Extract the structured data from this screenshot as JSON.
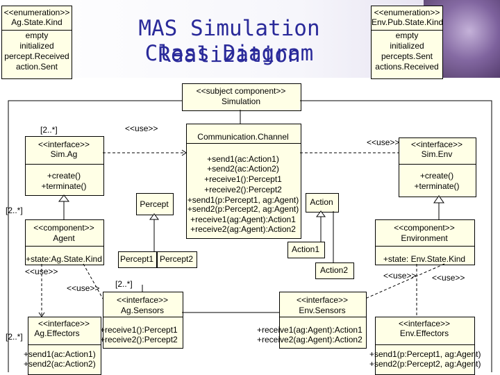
{
  "title": {
    "line1": "MAS Simulation Realization",
    "line2": "Class Diagram"
  },
  "enum_agent": {
    "header1": "<<enumeration>>",
    "header2": "Ag.State.Kind",
    "values": [
      "empty",
      "initialized",
      "percept.Received",
      "action.Sent"
    ]
  },
  "enum_env": {
    "header1": "<<enumeration>>",
    "header2": "Env.Pub.State.Kind",
    "values": [
      "empty",
      "initialized",
      "percepts.Sent",
      "actions.Received"
    ]
  },
  "simulation": {
    "stereotype": "<<subject component>>",
    "name": "Simulation"
  },
  "sim_ag": {
    "stereotype": "<<interface>>",
    "name": "Sim.Ag",
    "ops": [
      "+create()",
      "+terminate()"
    ]
  },
  "sim_env": {
    "stereotype": "<<interface>>",
    "name": "Sim.Env",
    "ops": [
      "+create()",
      "+terminate()"
    ]
  },
  "channel": {
    "name": "Communication.Channel",
    "ops": [
      "+send1(ac:Action1)",
      "+send2(ac:Action2)",
      "+receive1():Percept1",
      "+receive2():Percept2",
      "+send1(p:Percept1, ag:Agent)",
      "+send2(p:Percept2, ag:Agent)",
      "+receive1(ag:Agent):Action1",
      "+receive2(ag:Agent):Action2"
    ]
  },
  "agent": {
    "stereotype": "<<component>>",
    "name": "Agent",
    "attr": "+state:Ag.State.Kind"
  },
  "environment": {
    "stereotype": "<<component>>",
    "name": "Environment",
    "attr": "+state: Env.State.Kind"
  },
  "classes": {
    "percept": "Percept",
    "action": "Action",
    "percept1": "Percept1",
    "percept2": "Percept2",
    "action1": "Action1",
    "action2": "Action2"
  },
  "ag_sensors": {
    "stereotype": "<<interface>>",
    "name": "Ag.Sensors",
    "ops": [
      "+receive1():Percept1",
      "+receive2():Percept2"
    ]
  },
  "env_sensors": {
    "stereotype": "<<interface>>",
    "name": "Env.Sensors",
    "ops": [
      "+receive1(ag:Agent):Action1",
      "+receive2(ag:Agent):Action2"
    ]
  },
  "ag_effectors": {
    "stereotype": "<<interface>>",
    "name": "Ag.Effectors",
    "ops": [
      "+send1(ac:Action1)",
      "+send2(ac:Action2)"
    ]
  },
  "env_effectors": {
    "stereotype": "<<interface>>",
    "name": "Env.Effectors",
    "ops": [
      "+send1(p:Percept1, ag:Agent)",
      "+send2(p:Percept2, ag:Agent)"
    ]
  },
  "labels": {
    "mult": "[2..*]",
    "use": "<<use>>",
    "use_open": "<<use>>"
  }
}
